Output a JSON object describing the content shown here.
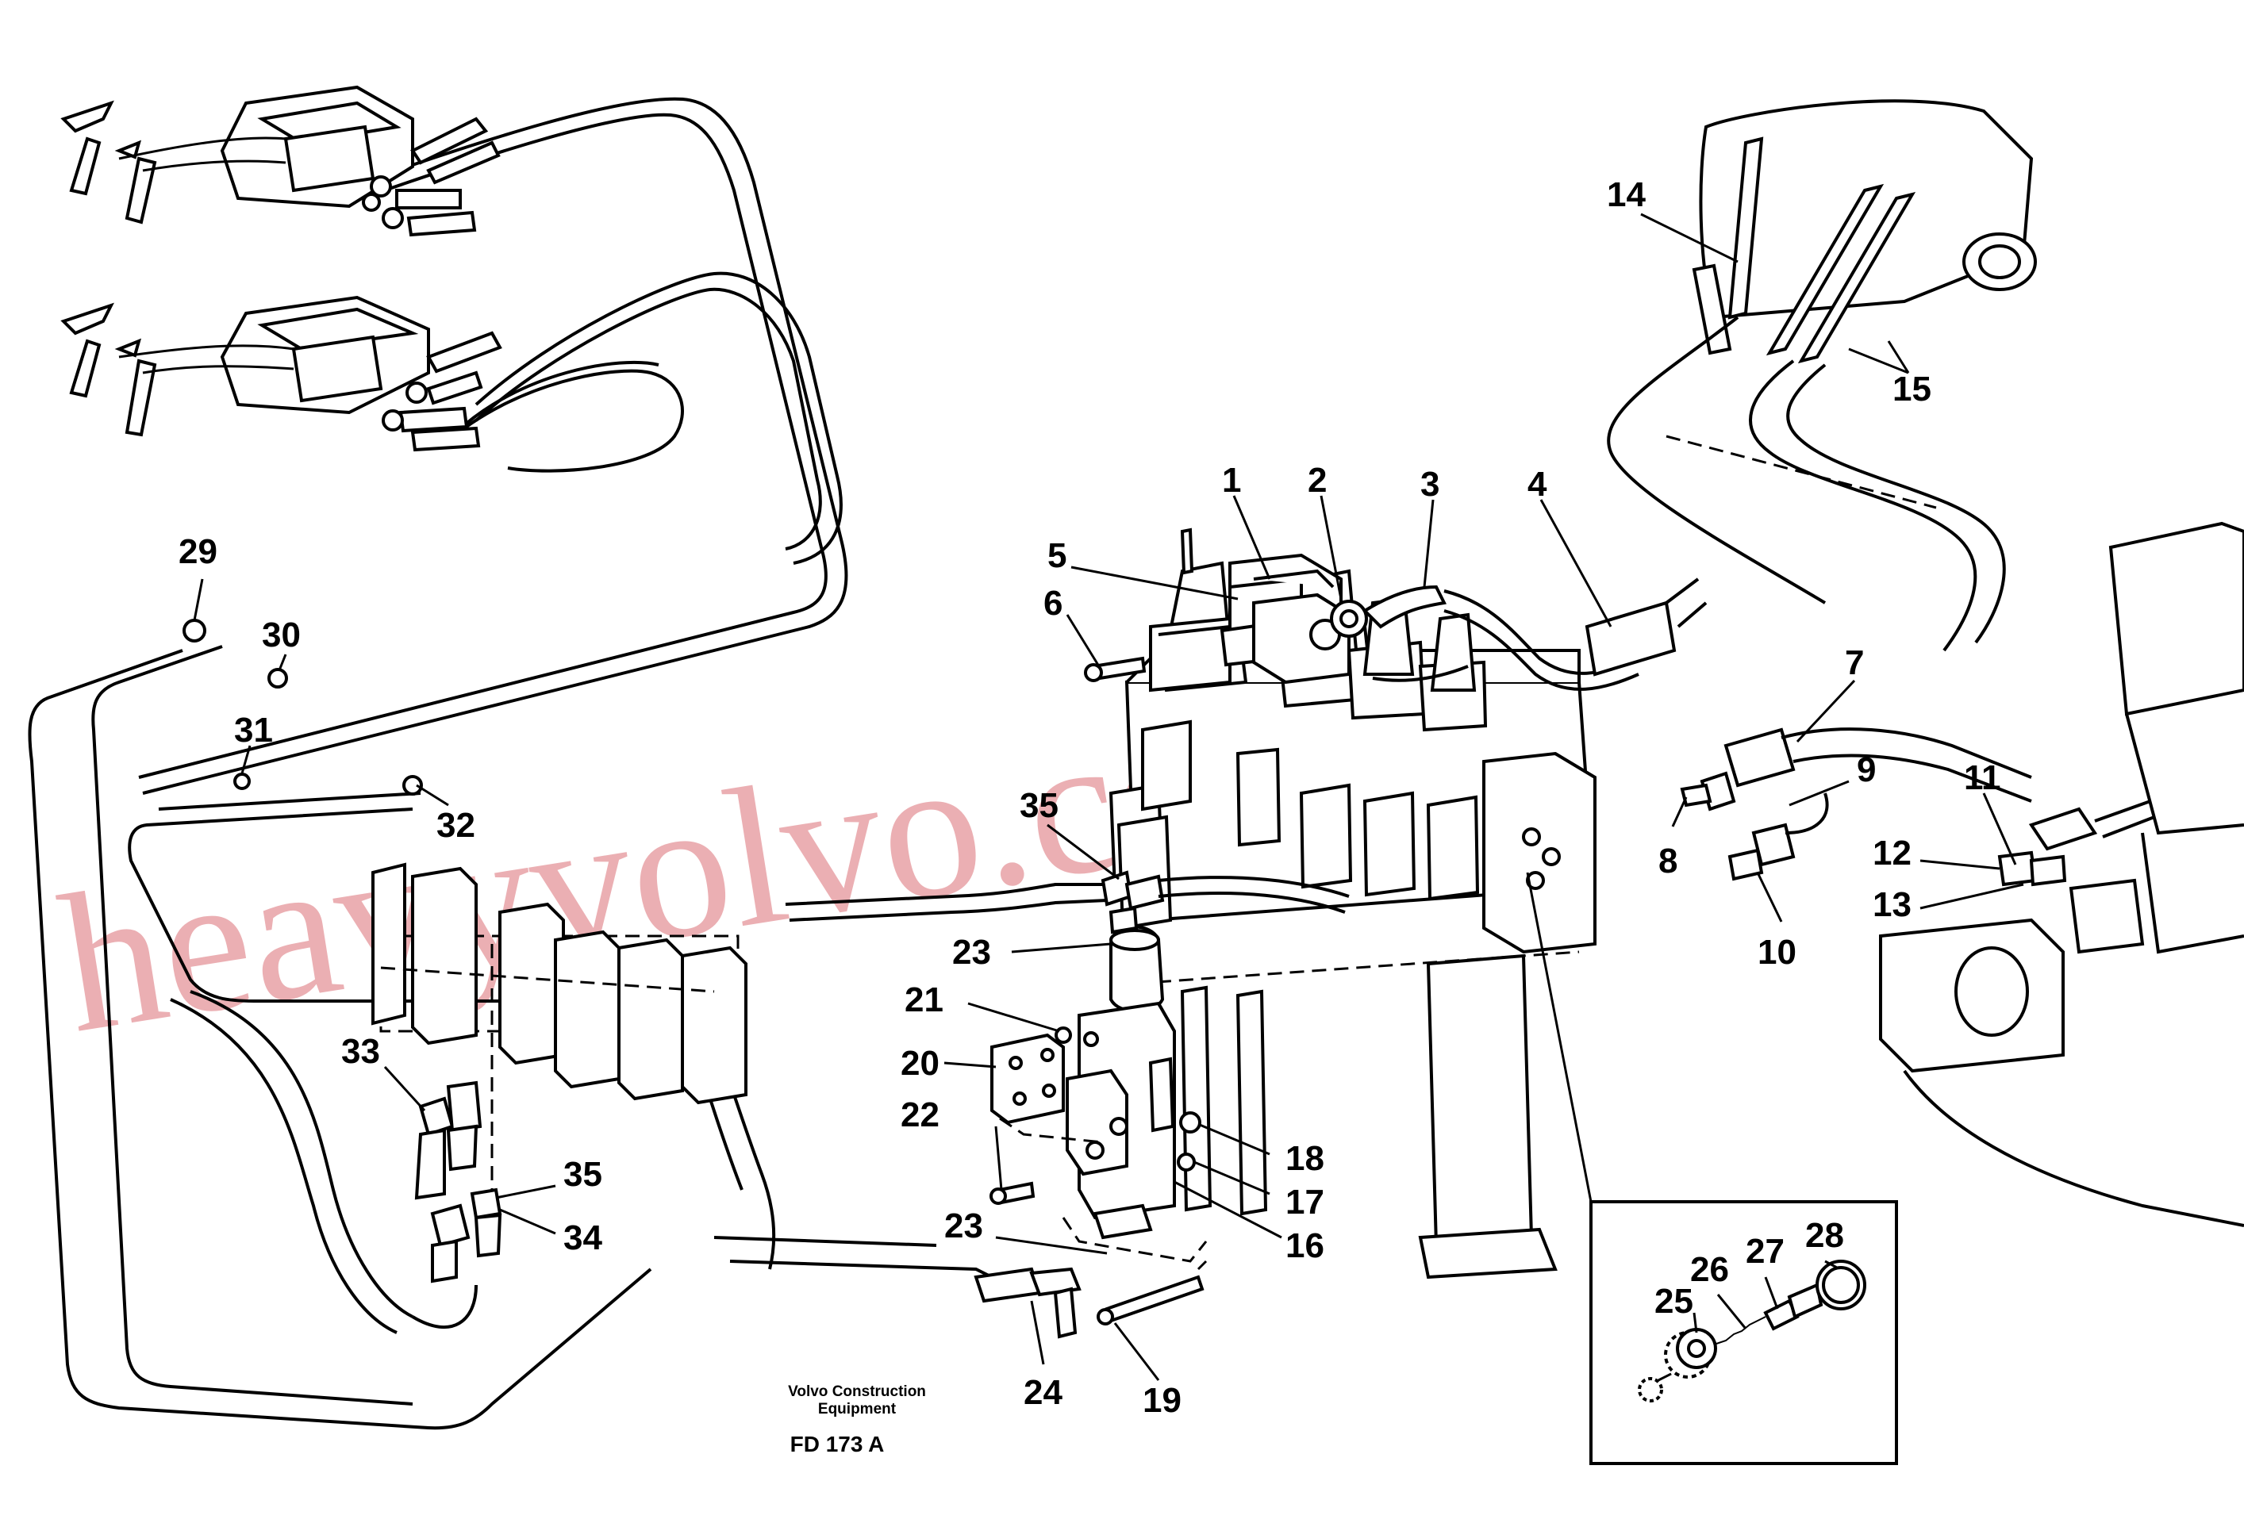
{
  "caption": {
    "company_line1": "Volvo Construction",
    "company_line2": "Equipment",
    "figure_code": "FD 173 A"
  },
  "watermark": "heavyvolvo.com",
  "colors": {
    "line": "#000000",
    "watermark": "#e8a2a6",
    "background": "#ffffff"
  },
  "callouts": [
    "1",
    "2",
    "3",
    "4",
    "5",
    "6",
    "7",
    "8",
    "9",
    "10",
    "11",
    "12",
    "13",
    "14",
    "15",
    "16",
    "17",
    "18",
    "19",
    "20",
    "21",
    "22",
    "23",
    "23",
    "24",
    "25",
    "26",
    "27",
    "28",
    "29",
    "30",
    "31",
    "32",
    "33",
    "34",
    "35",
    "35"
  ]
}
